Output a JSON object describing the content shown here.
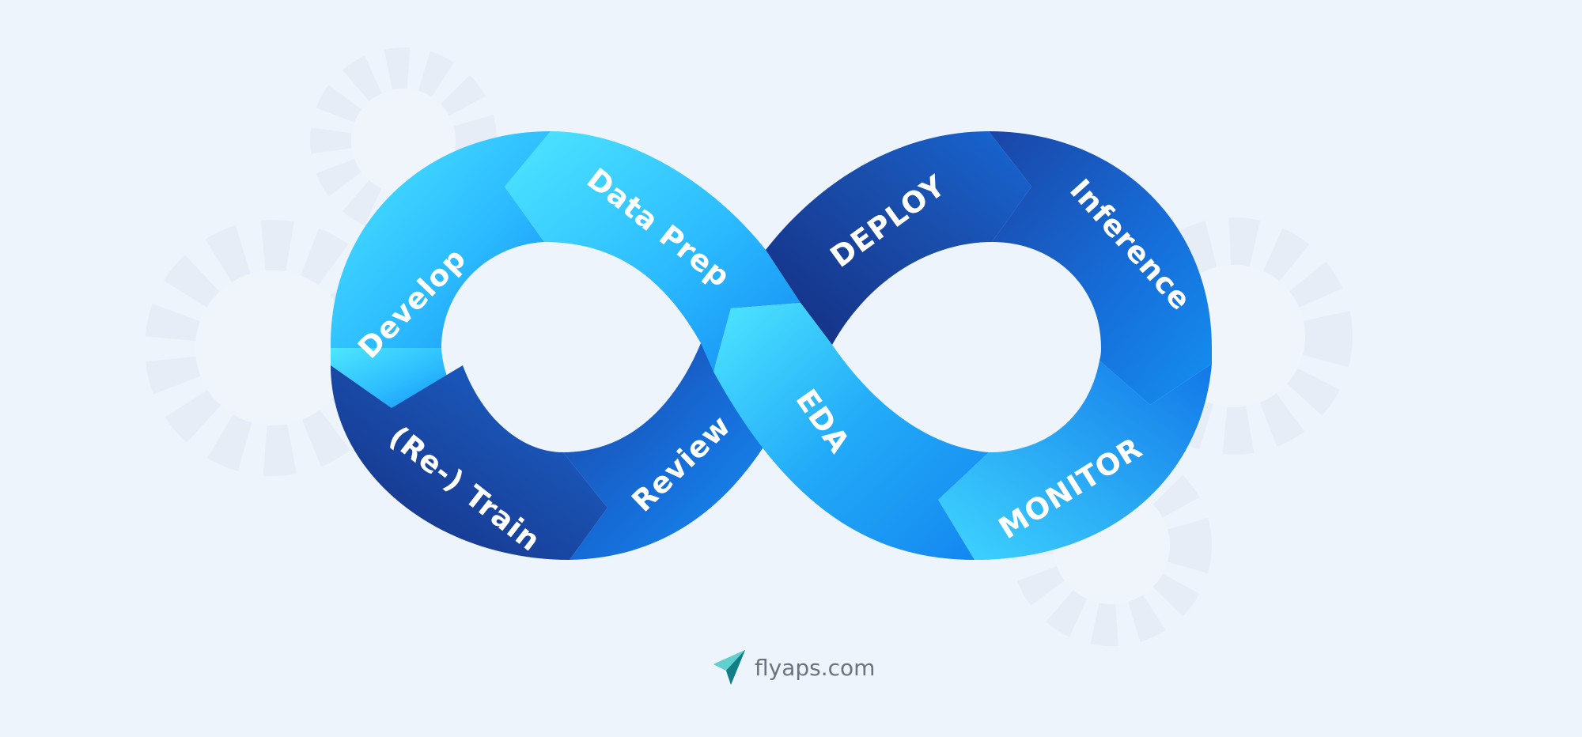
{
  "diagram": {
    "labels": {
      "develop": "Develop",
      "data_prep": "Data Prep",
      "retrain": "(Re-) Train",
      "review": "Review",
      "eda": "EDA",
      "deploy": "DEPLOY",
      "inference": "Inference",
      "monitor": "MONITOR"
    }
  },
  "brand": {
    "text": "flyaps.com",
    "icon": "paper-plane-icon"
  },
  "colors": {
    "background": "#eef4fc",
    "light_cyan": "#4ee4ff",
    "mid_blue": "#128ff2",
    "dark_blue": "#163484",
    "gear": "#e6edf6"
  }
}
